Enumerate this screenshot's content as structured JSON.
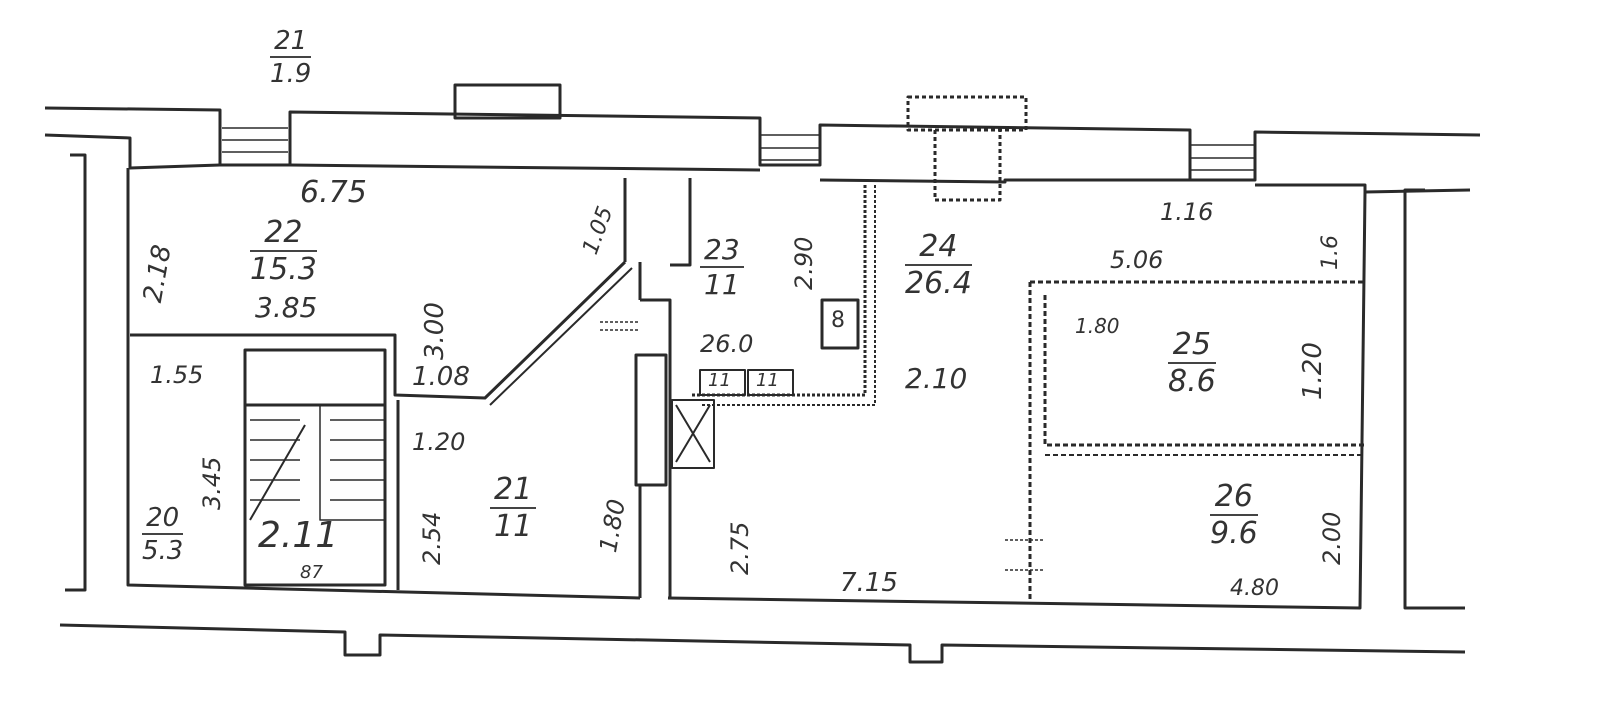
{
  "plan": {
    "title_marker": {
      "number": "21",
      "area": "1.9"
    },
    "rooms": [
      {
        "id": "20",
        "number": "20",
        "area": "5.3"
      },
      {
        "id": "21",
        "number": "21",
        "area": "11"
      },
      {
        "id": "22",
        "number": "22",
        "area": "15.3"
      },
      {
        "id": "23",
        "number": "23",
        "area": "11"
      },
      {
        "id": "24",
        "number": "24",
        "area": "26.4"
      },
      {
        "id": "25",
        "number": "25",
        "area": "8.6"
      },
      {
        "id": "26",
        "number": "26",
        "area": "9.6"
      },
      {
        "id": "26a",
        "number": "26.0",
        "area": ""
      }
    ],
    "dimensions": {
      "d_675": "6.75",
      "d_218": "2.18",
      "d_385": "3.85",
      "d_155": "1.55",
      "d_300": "3.00",
      "d_105": "1.05",
      "d_108": "1.08",
      "d_120a": "1.20",
      "d_290": "2.90",
      "d_254": "2.54",
      "d_345": "3.45",
      "d_211": "2.11",
      "d_180": "1.80",
      "d_275": "2.75",
      "d_210": "2.10",
      "d_715": "7.15",
      "d_116": "1.16",
      "d_506": "5.06",
      "d_16": "1.6",
      "d_180b": "1.80",
      "d_120b": "1.20",
      "d_200": "2.00",
      "d_480": "4.80",
      "d_87": "87",
      "stove": "8",
      "d_11": "11",
      "d_11b": "11"
    }
  }
}
